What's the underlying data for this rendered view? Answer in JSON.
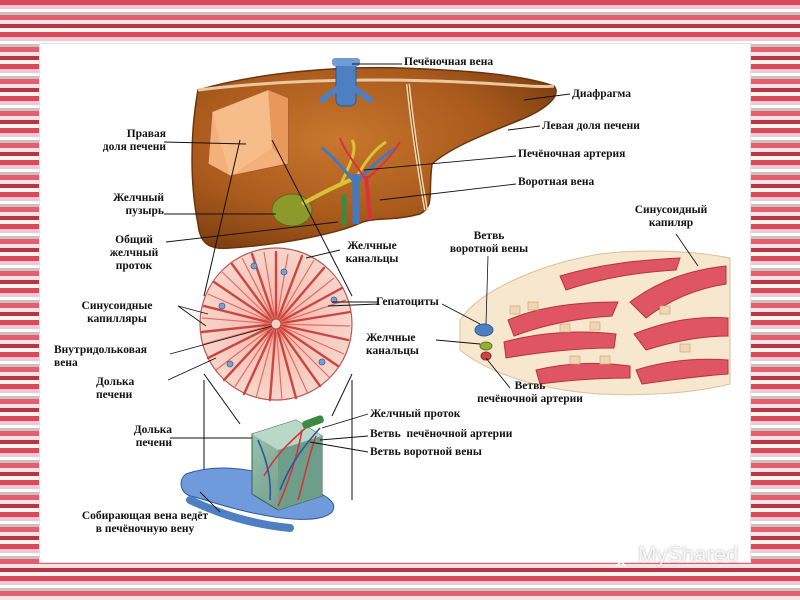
{
  "labels": {
    "hepatic_vein": "Печёночная вена",
    "diaphragm": "Диафрагма",
    "left_lobe": "Левая доля печени",
    "hepatic_artery": "Печёночная артерия",
    "portal_vein": "Воротная вена",
    "right_lobe": [
      "Правая",
      "доля печени"
    ],
    "gallbladder": [
      "Желчный",
      "пузырь"
    ],
    "common_bile_duct": [
      "Общий",
      "желчный",
      "проток"
    ],
    "bile_canaliculi_top": [
      "Желчные",
      "канальцы"
    ],
    "sinusoidal_capillaries": [
      "Синусоидные",
      "капилляры"
    ],
    "hepatocytes": "Гепатоциты",
    "intralobular_vein": [
      "Внутридольковая",
      "вена"
    ],
    "liver_lobule_1": [
      "Долька",
      "печени"
    ],
    "portal_vein_branch": [
      "Ветвь",
      "воротной вены"
    ],
    "sinusoidal_capillary": [
      "Синусоидный",
      "капиляр"
    ],
    "bile_canaliculi_right": [
      "Желчные",
      "канальцы"
    ],
    "hepatic_artery_branch": [
      "Ветвь",
      "печёночной артерии"
    ],
    "bile_duct": "Желчный проток",
    "hepatic_artery_branch_2": "Ветвь  печёночной артерии",
    "portal_vein_branch_2": "Ветвь воротной вены",
    "liver_lobule_2": [
      "Долька",
      "печени"
    ],
    "collecting_vein": [
      "Собирающая вена ведёт",
      "в печёночную вену"
    ]
  },
  "watermark": {
    "text": "MyShared",
    "icon": "myshared-logo-icon"
  }
}
